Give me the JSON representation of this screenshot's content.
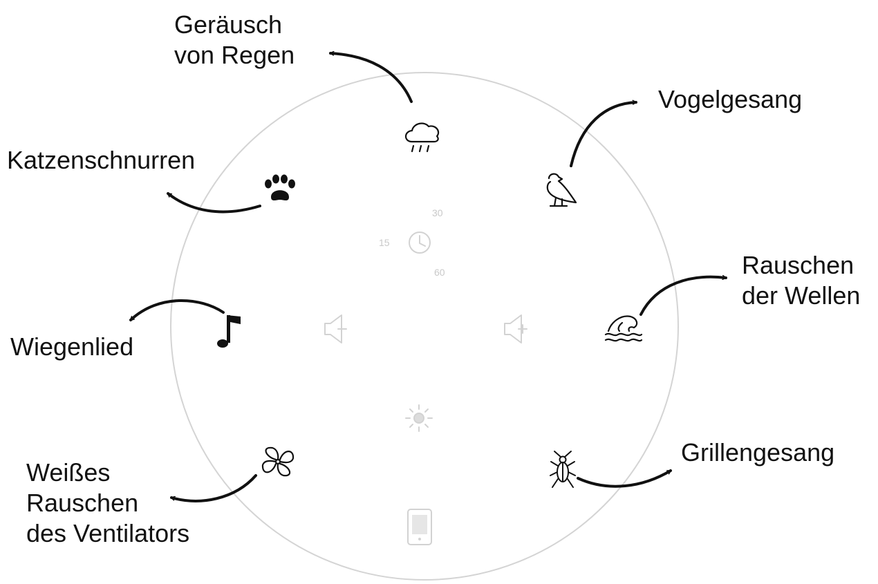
{
  "labels": {
    "rain_line1": "Geräusch",
    "rain_line2": "von Regen",
    "birds": "Vogelgesang",
    "cat": "Katzenschnurren",
    "waves_line1": "Rauschen",
    "waves_line2": "der Wellen",
    "lullaby": "Wiegenlied",
    "crickets": "Grillengesang",
    "fan_line1": "Weißes",
    "fan_line2": "Rauschen",
    "fan_line3": "des Ventilators"
  },
  "timer": {
    "t15": "15",
    "t30": "30",
    "t60": "60"
  },
  "colors": {
    "ink": "#111111",
    "ring": "#d4d4d4",
    "faint": "#d2d2d2"
  },
  "icons": {
    "rain": "cloud-rain-icon",
    "birds": "bird-icon",
    "cat": "paw-icon",
    "waves": "wave-icon",
    "lullaby": "music-note-icon",
    "crickets": "cricket-icon",
    "fan": "fan-icon",
    "timer": "clock-icon",
    "volume_down": "volume-down-icon",
    "volume_up": "volume-up-icon",
    "light": "sun-icon",
    "phone": "phone-icon"
  }
}
